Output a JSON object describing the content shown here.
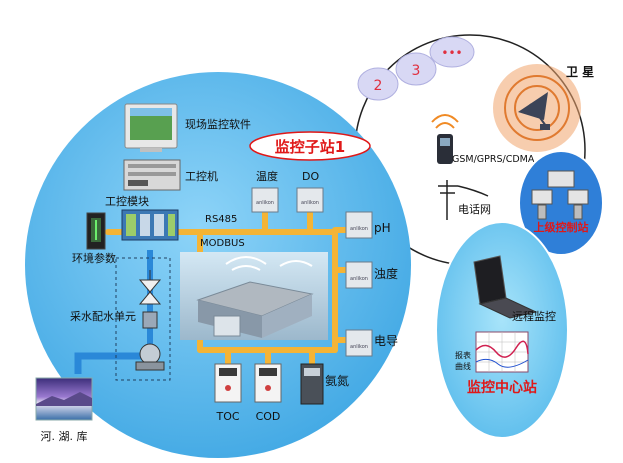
{
  "labels": {
    "software": "现场监控软件",
    "substation_title": "监控子站1",
    "ipc": "工控机",
    "temp": "温度",
    "do": "DO",
    "module": "工控模块",
    "rs485": "RS485",
    "modbus": "MODBUS",
    "ph": "pH",
    "env": "环境参数",
    "turbidity": "浊度",
    "water_unit": "采水配水单元",
    "conductivity": "电导",
    "ammonia": "氨氮",
    "toc": "TOC",
    "cod": "COD",
    "river": "河. 湖. 库",
    "satellite": "卫 星",
    "gsm": "GSM/GPRS/CDMA",
    "phone_net": "电话网",
    "upper_station": "上级控制站",
    "remote_monitor": "远程监控",
    "report_line1": "报表",
    "report_line2": "曲线",
    "center_station": "监控中心站",
    "bubble_2": "2",
    "bubble_3": "3",
    "bubble_more": "•••",
    "sensor_brand": "anlikon"
  },
  "colors": {
    "main_circle": "#54b4ec",
    "pipe": "#f4b436",
    "water_pipe": "#2a88d8",
    "center_station_text": "#e01818",
    "substation_text": "#e01818",
    "upper_station_fill": "#2f7fd8",
    "bubble_fill": "#d8d8f4"
  }
}
